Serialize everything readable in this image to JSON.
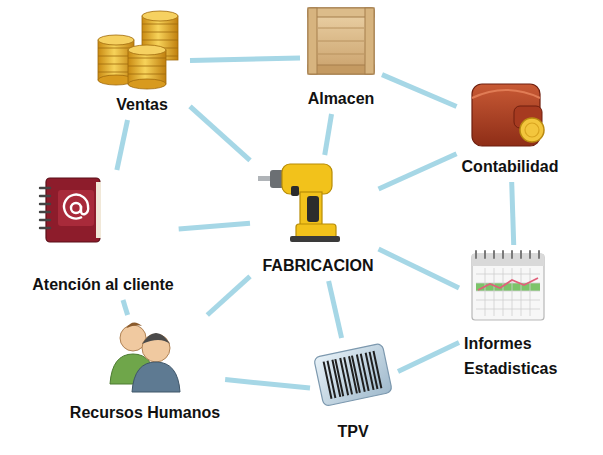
{
  "diagram": {
    "nodes": [
      {
        "text": [
          "Ventas"
        ]
      },
      {
        "text": [
          "Almacen"
        ]
      },
      {
        "text": [
          "Contabilidad"
        ]
      },
      {
        "text": [
          "FABRICACION"
        ]
      },
      {
        "text": [
          "Atención al cliente"
        ]
      },
      {
        "text": [
          "Informes Estadisticas"
        ]
      },
      {
        "text": [
          "Recursos Humanos"
        ]
      },
      {
        "text": [
          "TPV"
        ]
      }
    ],
    "edges": [
      {
        "from": 0,
        "to": 1,
        "arrow": "none"
      },
      {
        "from": 1,
        "to": 2,
        "arrow": "none"
      },
      {
        "from": 2,
        "to": 5,
        "arrow": "none"
      },
      {
        "from": 5,
        "to": 7,
        "arrow": "none"
      },
      {
        "from": 7,
        "to": 6,
        "arrow": "none"
      },
      {
        "from": 6,
        "to": 4,
        "arrow": "none"
      },
      {
        "from": 4,
        "to": 0,
        "arrow": "none"
      },
      {
        "from": 3,
        "to": 0,
        "arrow": "none"
      },
      {
        "from": 3,
        "to": 1,
        "arrow": "none"
      },
      {
        "from": 3,
        "to": 2,
        "arrow": "none"
      },
      {
        "from": 3,
        "to": 4,
        "arrow": "none"
      },
      {
        "from": 3,
        "to": 5,
        "arrow": "none"
      },
      {
        "from": 3,
        "to": 7,
        "arrow": "none"
      },
      {
        "from": 3,
        "to": 6,
        "arrow": "none"
      }
    ]
  }
}
